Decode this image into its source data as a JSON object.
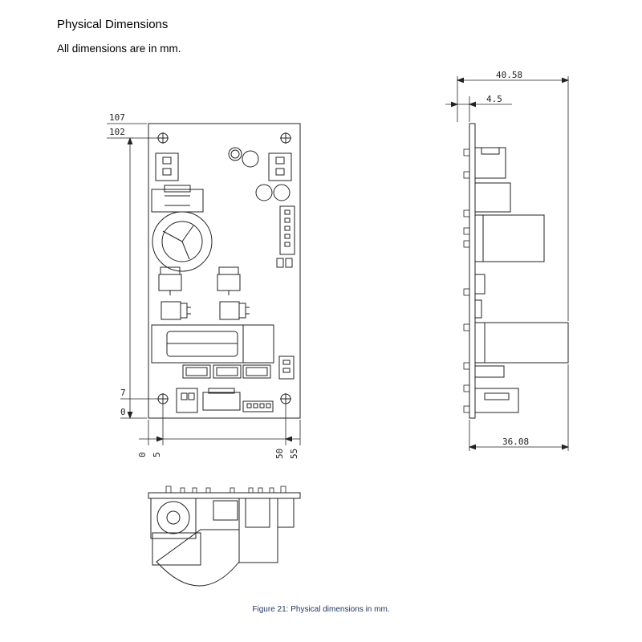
{
  "page": {
    "title": "Physical Dimensions",
    "subtitle": "All dimensions are in mm.",
    "caption": "Figure 21: Physical dimensions in mm."
  },
  "front_view": {
    "dims_vertical": [
      "107",
      "102",
      "7",
      "0"
    ],
    "dims_horizontal": [
      "0",
      "5",
      "50",
      "55"
    ]
  },
  "side_view": {
    "dims": [
      "40.58",
      "4.5",
      "36.08"
    ]
  }
}
